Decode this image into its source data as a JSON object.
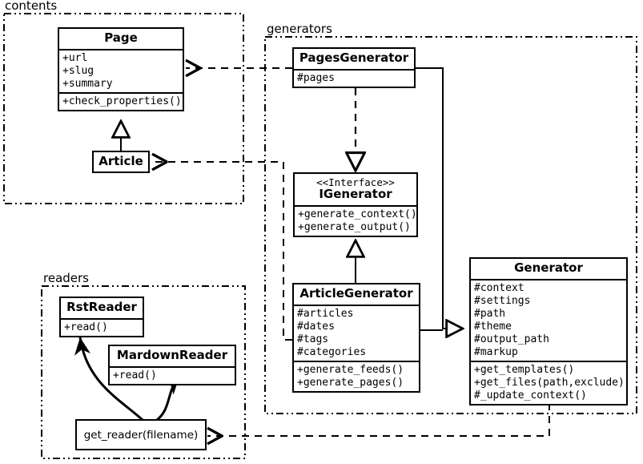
{
  "diagram": {
    "kind": "uml-class-diagram",
    "stroke_color": "#000000",
    "background_color": "#ffffff"
  },
  "packages": [
    {
      "id": "contents",
      "label": "contents"
    },
    {
      "id": "generators",
      "label": "generators"
    },
    {
      "id": "readers",
      "label": "readers"
    }
  ],
  "classes": {
    "page": {
      "name": "Page",
      "attributes": [
        "+url",
        "+slug",
        "+summary"
      ],
      "methods": [
        "+check_properties()"
      ]
    },
    "article": {
      "name": "Article",
      "attributes": [],
      "methods": []
    },
    "pages_generator": {
      "name": "PagesGenerator",
      "attributes": [
        "#pages"
      ],
      "methods": []
    },
    "igenerator": {
      "stereotype": "<<Interface>>",
      "name": "IGenerator",
      "attributes": [],
      "methods": [
        "+generate_context()",
        "+generate_output()"
      ]
    },
    "article_generator": {
      "name": "ArticleGenerator",
      "attributes": [
        "#articles",
        "#dates",
        "#tags",
        "#categories"
      ],
      "methods": [
        "+generate_feeds()",
        "+generate_pages()"
      ]
    },
    "generator": {
      "name": "Generator",
      "attributes": [
        "#context",
        "#settings",
        "#path",
        "#theme",
        "#output_path",
        "#markup"
      ],
      "methods": [
        "+get_templates()",
        "+get_files(path,exclude)",
        "#_update_context()"
      ]
    },
    "rst_reader": {
      "name": "RstReader",
      "attributes": [],
      "methods": [
        "+read()"
      ]
    },
    "mardown_reader": {
      "name": "MardownReader",
      "attributes": [],
      "methods": [
        "+read()"
      ]
    }
  },
  "functions": {
    "get_reader": {
      "label": "get_reader(filename)"
    }
  },
  "relationships": [
    {
      "id": "article-inherits-page",
      "type": "generalization",
      "from": "Article",
      "to": "Page"
    },
    {
      "id": "pagesgenerator-realizes-igenerator",
      "type": "realization",
      "from": "PagesGenerator",
      "to": "IGenerator"
    },
    {
      "id": "articlegenerator-realizes-igenerator",
      "type": "realization",
      "from": "ArticleGenerator",
      "to": "IGenerator"
    },
    {
      "id": "pagesgenerator-extends-generator",
      "type": "generalization",
      "from": "PagesGenerator",
      "to": "Generator"
    },
    {
      "id": "articlegenerator-extends-generator",
      "type": "generalization",
      "from": "ArticleGenerator",
      "to": "Generator"
    },
    {
      "id": "pagesgenerator-uses-page",
      "type": "dependency",
      "from": "PagesGenerator",
      "to": "Page"
    },
    {
      "id": "articlegenerator-uses-article",
      "type": "dependency",
      "from": "ArticleGenerator",
      "to": "Article"
    },
    {
      "id": "generator-uses-get-reader",
      "type": "dependency",
      "from": "Generator",
      "to": "get_reader(filename)"
    },
    {
      "id": "get-reader-returns-rstreader",
      "type": "curved-arrow",
      "from": "get_reader(filename)",
      "to": "RstReader"
    },
    {
      "id": "get-reader-returns-mardownreader",
      "type": "curved-arrow",
      "from": "get_reader(filename)",
      "to": "MardownReader"
    }
  ]
}
